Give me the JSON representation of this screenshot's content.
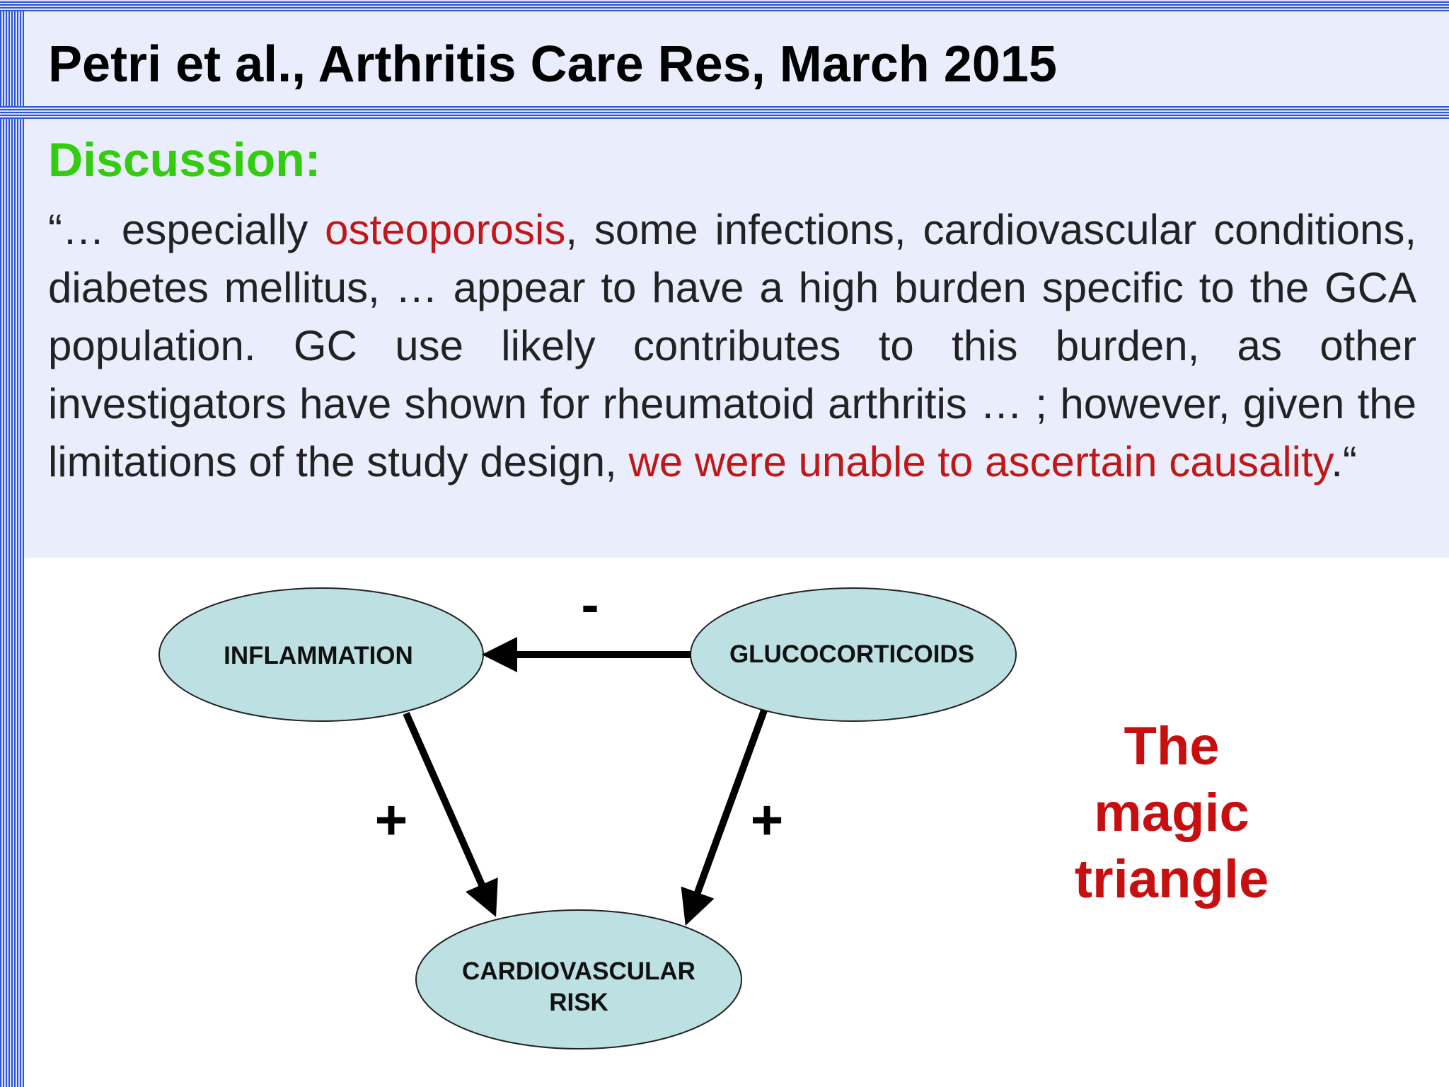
{
  "slide": {
    "title": "Petri et al., Arthritis Care Res, March 2015",
    "discussion_heading": "Discussion:",
    "quote": {
      "part1": "“… especially ",
      "highlight1": "osteoporosis",
      "part2": ", some infections, cardiovascular conditions, diabetes mellitus, … appear to have a high burden specific to the GCA population. GC use likely contributes to this burden, as other investigators have shown for rheumatoid arthritis … ; however, given the limitations of the study design, ",
      "highlight2": "we were unable to ascertain causality",
      "part3": ".“"
    },
    "colors": {
      "heading_green": "#33cc0e",
      "highlight_red": "#c01818",
      "node_fill": "#bde0e3",
      "frame_blue": "#2f56d6"
    }
  },
  "diagram": {
    "nodes": {
      "inflammation": "INFLAMMATION",
      "glucocorticoids": "GLUCOCORTICOIDS",
      "cv_risk_line1": "CARDIOVASCULAR",
      "cv_risk_line2": "RISK"
    },
    "edges": [
      {
        "from": "GLUCOCORTICOIDS",
        "to": "INFLAMMATION",
        "sign": "-"
      },
      {
        "from": "INFLAMMATION",
        "to": "CARDIOVASCULAR RISK",
        "sign": "+"
      },
      {
        "from": "GLUCOCORTICOIDS",
        "to": "CARDIOVASCULAR RISK",
        "sign": "+"
      }
    ]
  },
  "caption": {
    "line1": "The",
    "line2": "magic",
    "line3": "triangle"
  }
}
